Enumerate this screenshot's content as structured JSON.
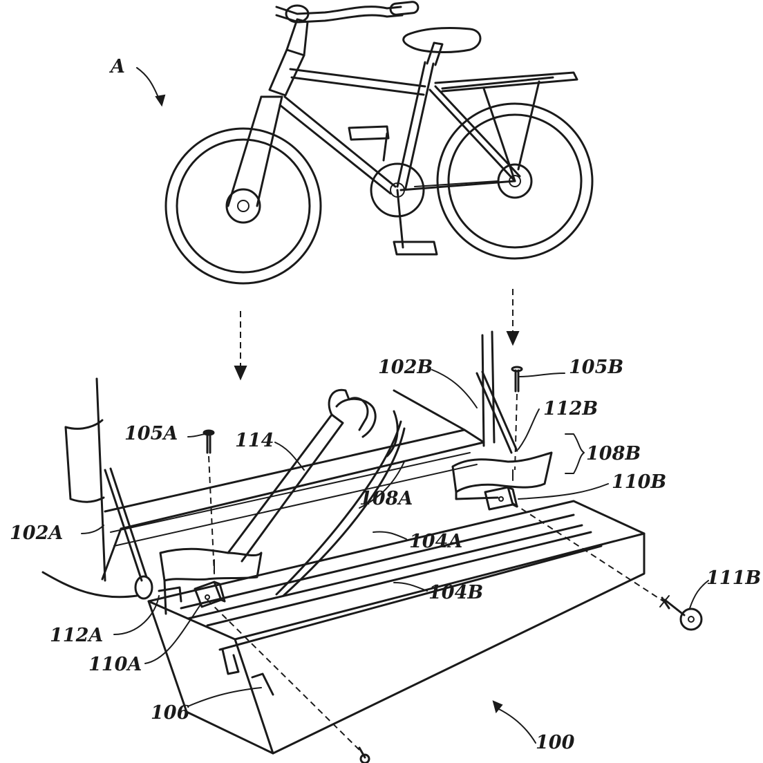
{
  "figure": {
    "labels": {
      "A": "A",
      "l100": "100",
      "l102A": "102A",
      "l102B": "102B",
      "l104A": "104A",
      "l104B": "104B",
      "l105A": "105A",
      "l105B": "105B",
      "l106": "106",
      "l108A": "108A",
      "l108B": "108B",
      "l110A": "110A",
      "l110B": "110B",
      "l111B": "111B",
      "l112A": "112A",
      "l112B": "112B",
      "l114": "114"
    }
  }
}
